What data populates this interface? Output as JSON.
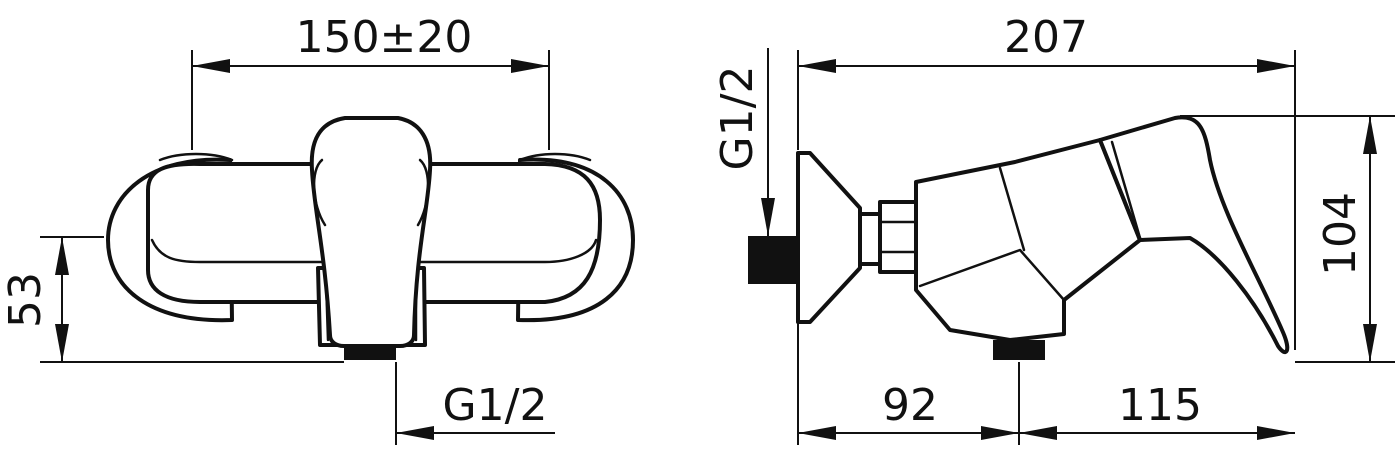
{
  "front_view": {
    "width_label": "150±20",
    "height_label": "53",
    "outlet_label": "G1/2"
  },
  "side_view": {
    "inlet_label": "G1/2",
    "total_length_label": "207",
    "height_label": "104",
    "length_to_outlet_label": "92",
    "outlet_to_end_label": "115"
  }
}
